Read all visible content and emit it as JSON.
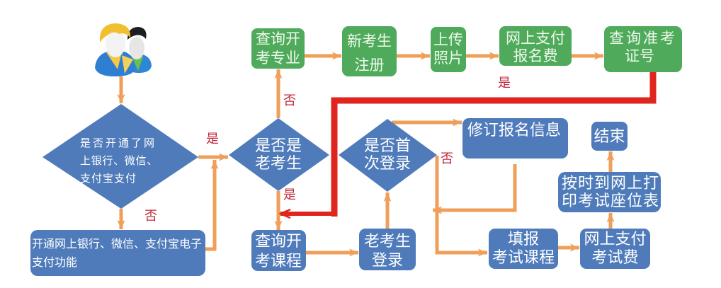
{
  "colors": {
    "node_blue": "#4f7bbb",
    "node_green": "#4faa5c",
    "connector_orange": "#ef9f5a",
    "highlight_red": "#e0241e",
    "label_red": "#c0283a"
  },
  "start": {
    "icon": "users-icon"
  },
  "decisions": {
    "online_payment_enabled": {
      "lines": [
        "是否开通了网",
        "上银行、微信、",
        "支付宝支付"
      ]
    },
    "returning_candidate": {
      "lines": [
        "是否是",
        "老考生"
      ]
    },
    "first_login": {
      "lines": [
        "是否首",
        "次登录"
      ]
    }
  },
  "steps": {
    "enable_e_payment": {
      "lines": [
        "开通网上银行、微信、支付宝电子",
        "支付功能"
      ]
    },
    "query_majors": {
      "lines": [
        "查询开",
        "考专业"
      ]
    },
    "new_register": {
      "lines": [
        "新考生",
        "注册"
      ]
    },
    "upload_photo": {
      "lines": [
        "上传",
        "照片"
      ]
    },
    "pay_registration_fee": {
      "lines": [
        "网上支付",
        "报名费"
      ]
    },
    "query_admission_number": {
      "lines": [
        "查询准考",
        "证号"
      ]
    },
    "query_courses": {
      "lines": [
        "查询开",
        "考课程"
      ]
    },
    "returning_login": {
      "lines": [
        "老考生",
        "登录"
      ]
    },
    "edit_registration_info": {
      "lines": [
        "修订报名信息"
      ]
    },
    "fill_exam_courses": {
      "lines": [
        "填报",
        "考试课程"
      ]
    },
    "pay_exam_fee": {
      "lines": [
        "网上支付",
        "考试费"
      ]
    },
    "print_seat_table": {
      "lines": [
        "按时到网上打",
        "印考试座位表"
      ]
    },
    "end": {
      "lines": [
        "结束"
      ]
    }
  },
  "edge_labels": {
    "payment_yes": "是",
    "payment_no": "否",
    "returning_no": "否",
    "returning_yes": "是",
    "first_login_no": "否",
    "admission_yes": "是"
  }
}
